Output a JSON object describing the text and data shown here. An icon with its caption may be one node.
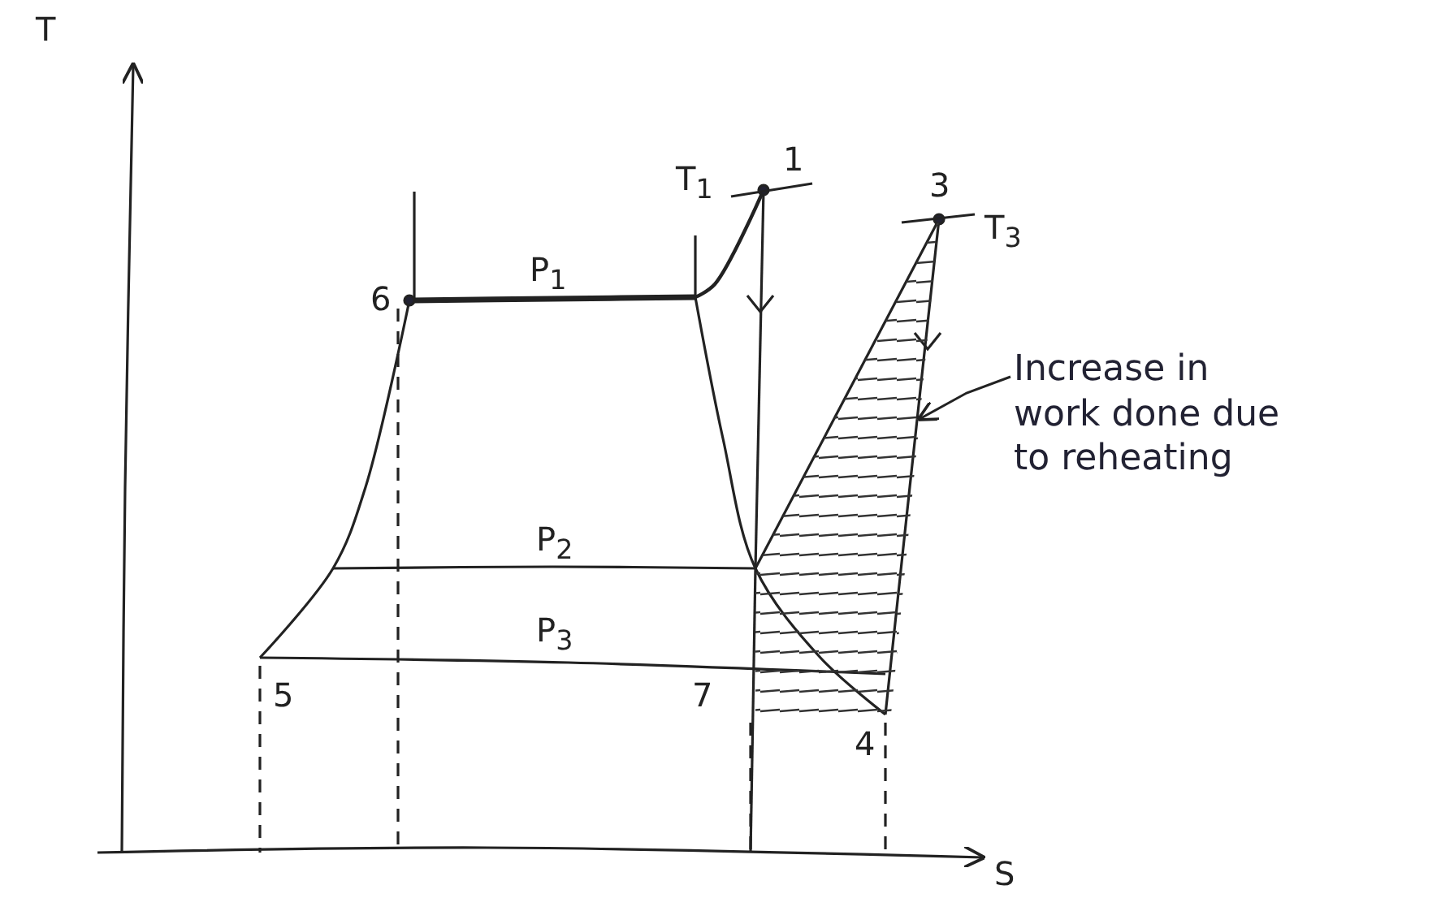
{
  "diagram": {
    "nodes": [
      {
        "text": [
          "Increase in work done due to reheating"
        ]
      },
      {
        "text": [],
        "shape": "box"
      }
    ],
    "edges": [
      {
        "from": 0,
        "to": 1,
        "arrow": "to"
      }
    ],
    "labels": [
      "T",
      "T$_{1}$",
      "1",
      "3",
      "T$_{3}$",
      "6",
      "P$_{1}$",
      "P$_{2}$",
      "P$_{3}$",
      "5",
      "7",
      "4",
      "S"
    ]
  }
}
